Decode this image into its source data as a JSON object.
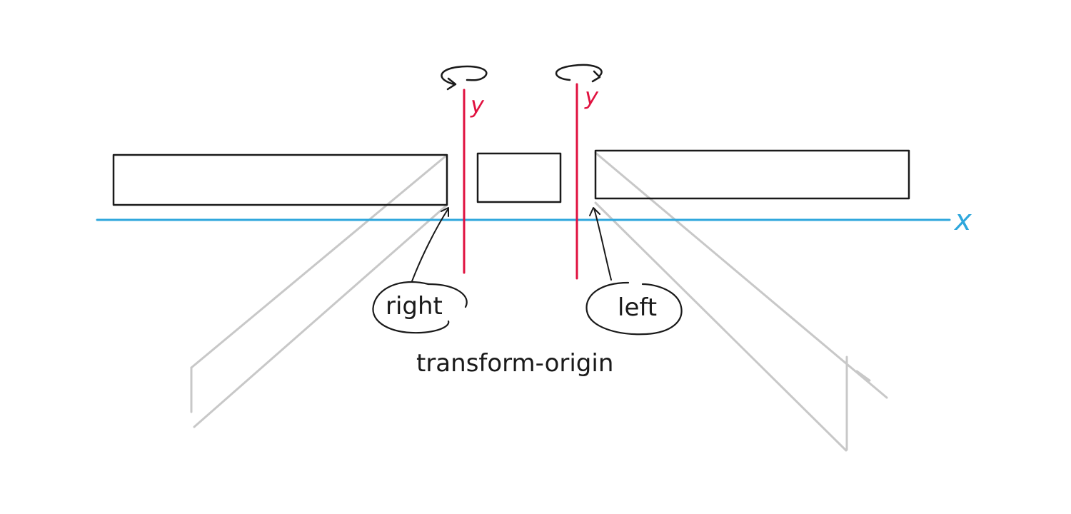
{
  "diagram": {
    "axis_x_label": "x",
    "axis_y_left_label": "y",
    "axis_y_right_label": "y",
    "label_right": "right",
    "label_left": "left",
    "caption": "transform-origin",
    "colors": {
      "x_axis": "#2ea7dc",
      "y_axis": "#e0113f",
      "outline": "#1a1a1a",
      "rotated_panel": "#c8c8c8",
      "background": "#ffffff"
    },
    "icons": [
      "rotation-arrow-icon",
      "rotation-arrow-icon"
    ]
  }
}
